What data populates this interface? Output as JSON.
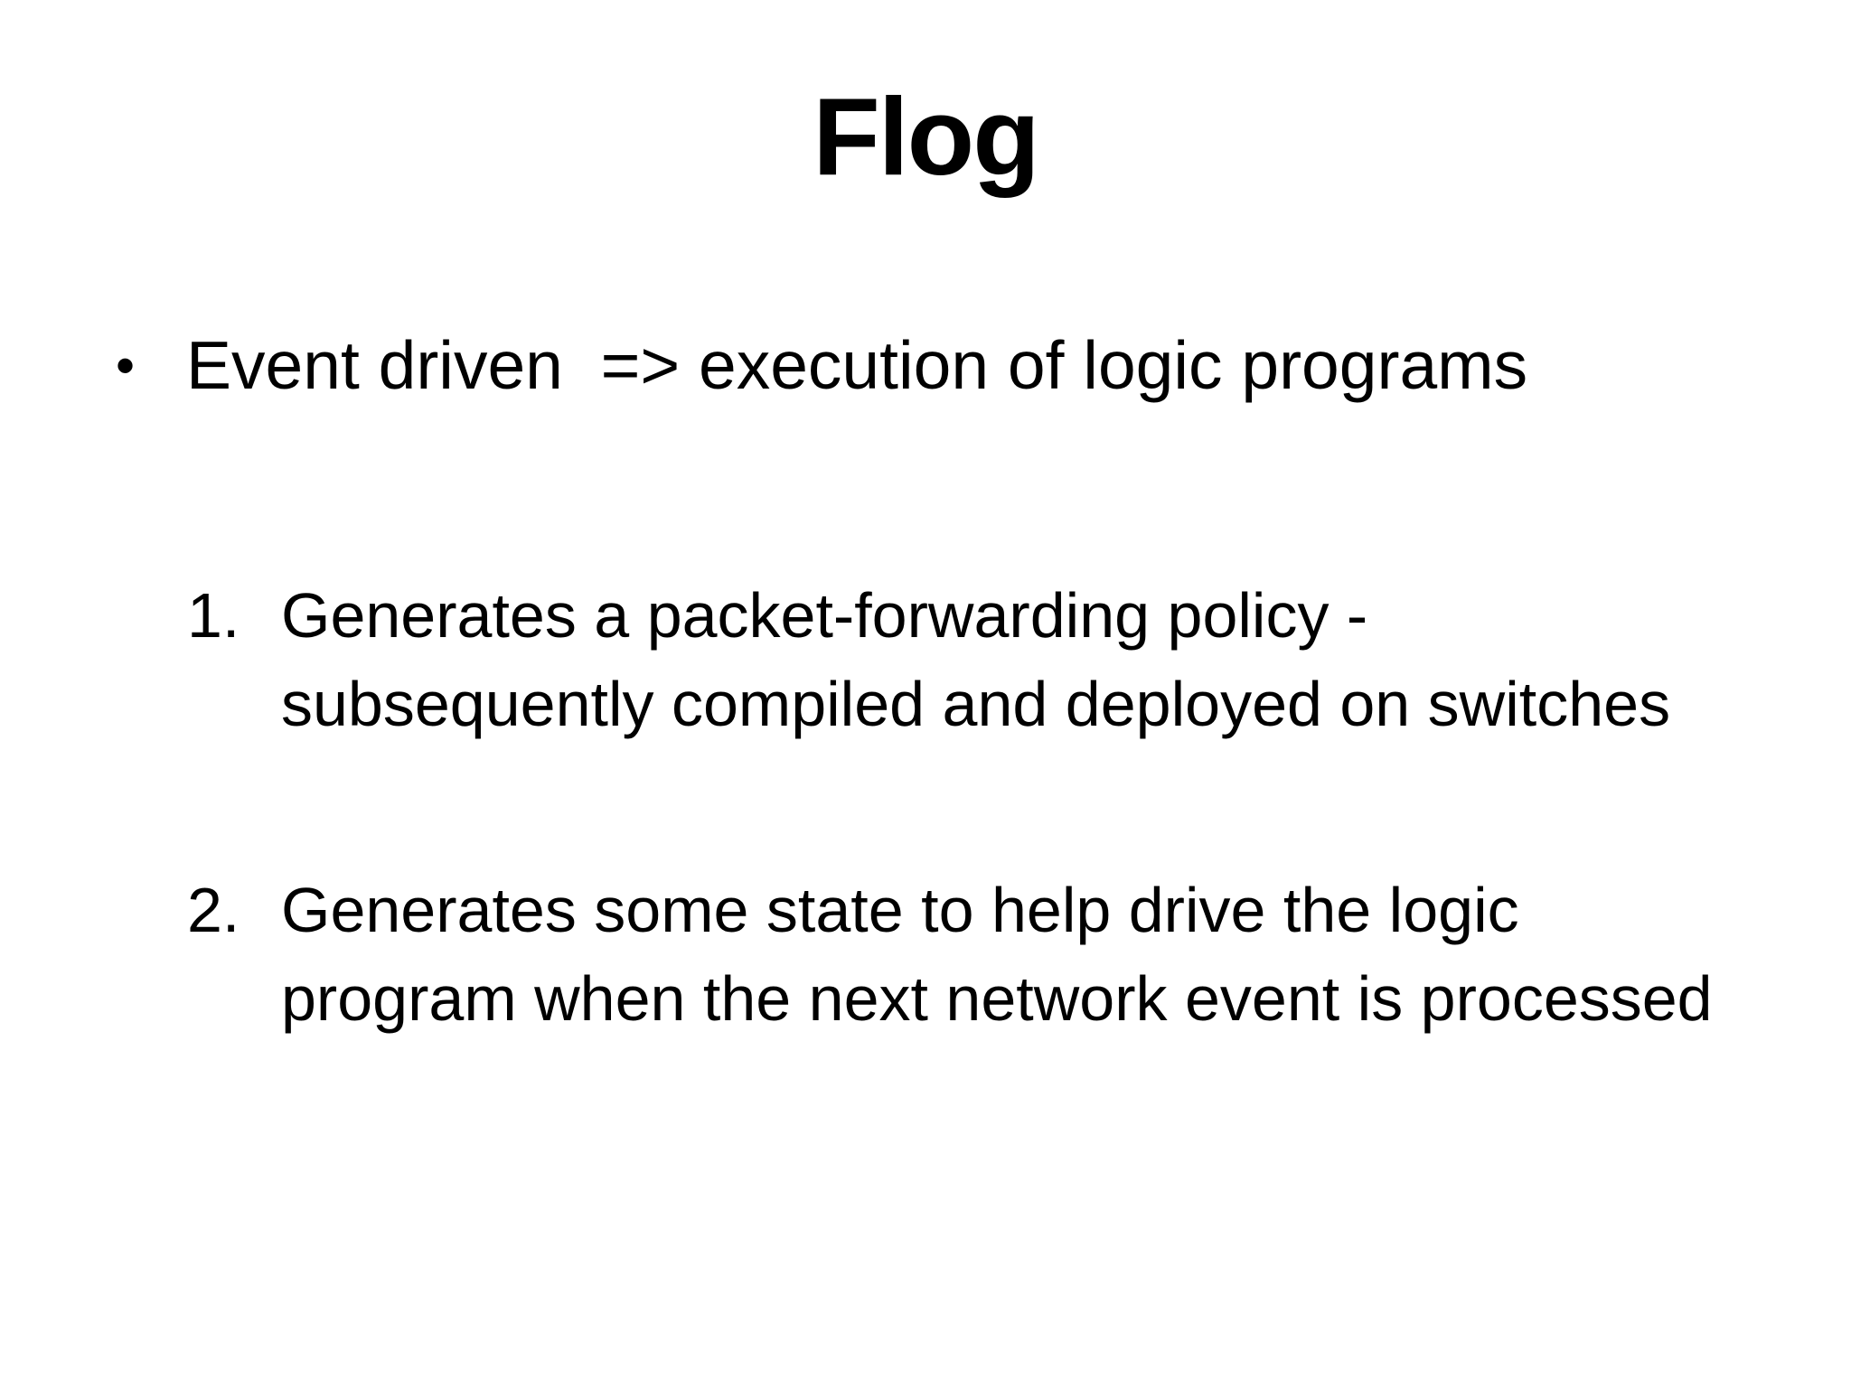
{
  "slide": {
    "title": "Flog",
    "bullet": {
      "marker": "•",
      "text": "Event driven  => execution of logic programs"
    },
    "numbered_items": [
      {
        "marker": "1.",
        "text": "Generates a packet-forwarding policy - subsequently compiled and deployed on switches"
      },
      {
        "marker": "2.",
        "text": "Generates some state to help drive the logic program when the next network event is processed"
      }
    ],
    "colors": {
      "background": "#ffffff",
      "text": "#000000"
    }
  }
}
